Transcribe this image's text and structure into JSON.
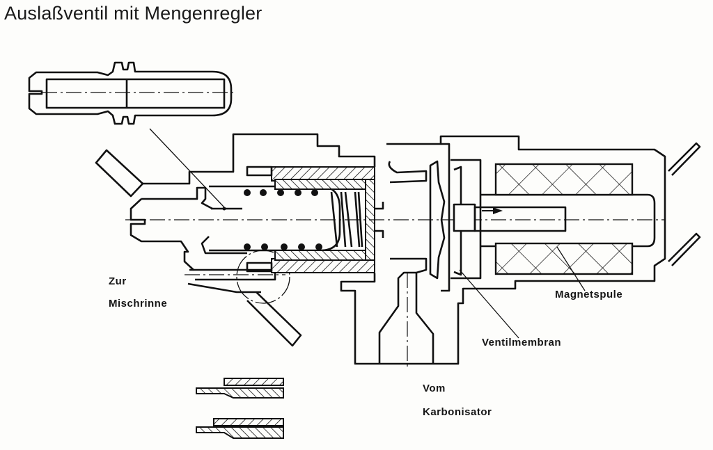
{
  "title": "Auslaßventil mit Mengenregler",
  "labels": {
    "zur_line1": "Zur",
    "zur_line2": "Mischrinne",
    "magnetspule": "Magnetspule",
    "ventilmembran": "Ventilmembran",
    "vom_line1": "Vom",
    "vom_line2": "Karbonisator"
  },
  "components": [
    "nozzle-detail",
    "valve-body",
    "flow-regulator-spring",
    "valve-membrane",
    "solenoid-coil",
    "armature",
    "electrical-terminals",
    "seal-detail-views"
  ]
}
